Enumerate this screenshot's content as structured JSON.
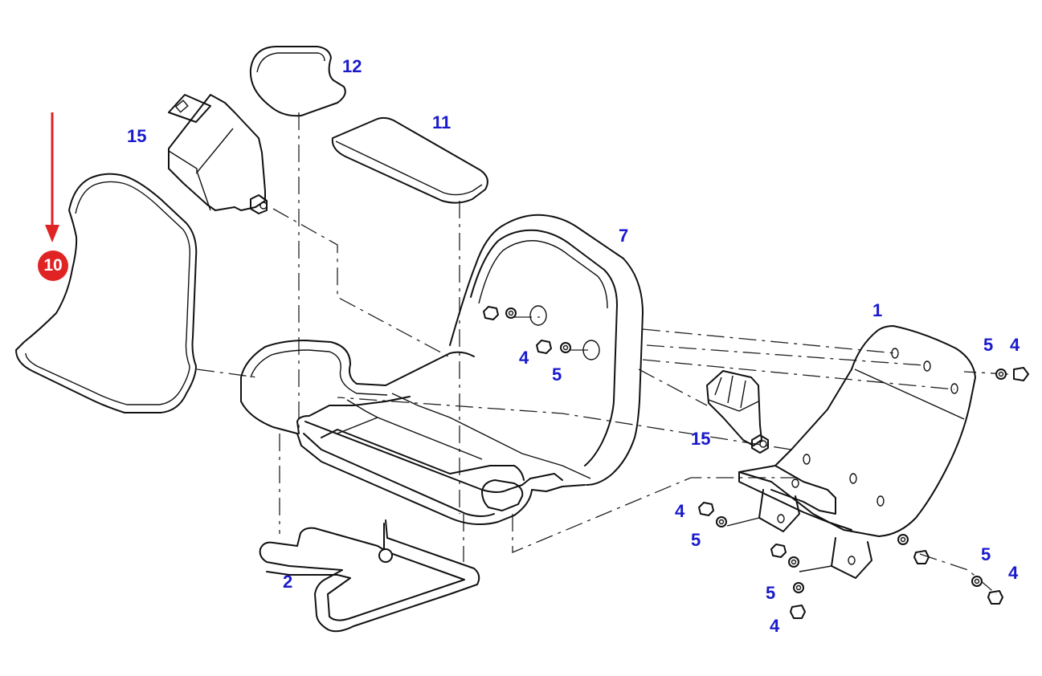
{
  "callouts": {
    "c12": "12",
    "c11": "11",
    "c15a": "15",
    "c7": "7",
    "c1": "1",
    "c5a": "5",
    "c4a": "4",
    "c4b": "4",
    "c5b": "5",
    "c15b": "15",
    "c4c": "4",
    "c5c": "5",
    "c2": "2",
    "c5d": "5",
    "c4d": "4",
    "c5e": "5",
    "c4e": "4"
  },
  "highlight": {
    "label": "10",
    "color": "#e02424"
  },
  "colors": {
    "callout_text": "#1a1acc",
    "line": "#111111"
  }
}
